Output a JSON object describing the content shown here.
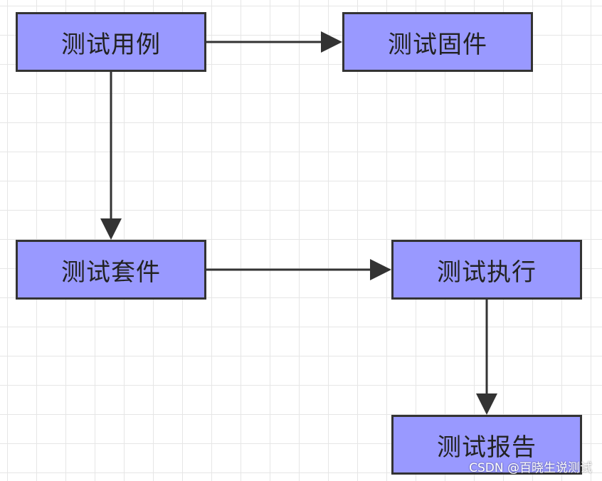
{
  "nodes": {
    "test_case": "测试用例",
    "test_fixture": "测试固件",
    "test_suite": "测试套件",
    "test_execution": "测试执行",
    "test_report": "测试报告"
  },
  "edges": [
    {
      "from": "test_case",
      "to": "test_fixture"
    },
    {
      "from": "test_case",
      "to": "test_suite"
    },
    {
      "from": "test_suite",
      "to": "test_execution"
    },
    {
      "from": "test_execution",
      "to": "test_report"
    }
  ],
  "watermark": "CSDN @百晓生说测试",
  "colors": {
    "node_fill": "#9999ff",
    "node_border": "#333333",
    "arrow": "#333333",
    "grid": "#e6e6e6"
  }
}
